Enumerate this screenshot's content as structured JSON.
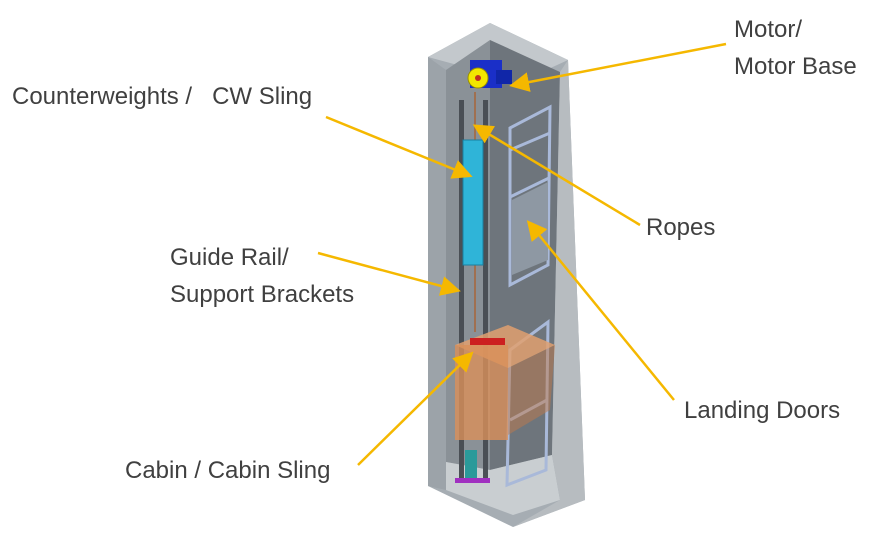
{
  "labels": {
    "motor": [
      "Motor/",
      "Motor Base"
    ],
    "counterweights": "Counterweights /   CW Sling",
    "ropes": "Ropes",
    "guide_rail": [
      "Guide Rail/",
      "Support Brackets"
    ],
    "landing_doors": "Landing Doors",
    "cabin": "Cabin / Cabin Sling"
  },
  "colors": {
    "arrow": "#f5b800",
    "text": "#404040",
    "shaft": "#9aa1a8",
    "counterweight": "#2fb4d8",
    "cabin": "#d9905a",
    "motor": "#1a2fc8"
  }
}
